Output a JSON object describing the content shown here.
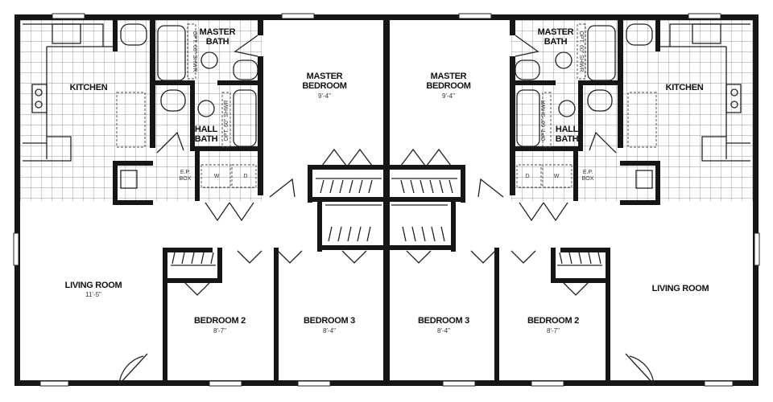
{
  "plan": {
    "left_unit": {
      "kitchen": "KITCHEN",
      "master_bath": [
        "MASTER",
        "BATH"
      ],
      "hall_bath": [
        "HALL",
        "BATH"
      ],
      "opt_shower": "OPT. 60\" SHWR",
      "ep_box": [
        "E.P.",
        "BOX"
      ],
      "washer": "W",
      "dryer": "D",
      "master_bedroom": [
        "MASTER",
        "BEDROOM"
      ],
      "master_bedroom_dim": "9'-4\"",
      "living_room": "LIVING ROOM",
      "living_room_dim": "11'-5\"",
      "bedroom2": "BEDROOM 2",
      "bedroom2_dim": "8'-7\"",
      "bedroom3": "BEDROOM 3",
      "bedroom3_dim": "8'-4\""
    },
    "right_unit": {
      "kitchen": "KITCHEN",
      "master_bath": [
        "MASTER",
        "BATH"
      ],
      "hall_bath": [
        "HALL",
        "BATH"
      ],
      "opt_shower": "OPT. 60\" SHWR",
      "ep_box": [
        "E.P.",
        "BOX"
      ],
      "washer": "W",
      "dryer": "D",
      "master_bedroom": [
        "MASTER",
        "BEDROOM"
      ],
      "master_bedroom_dim": "9'-4\"",
      "living_room": "LIVING ROOM",
      "bedroom2": "BEDROOM 2",
      "bedroom2_dim": "8'-7\"",
      "bedroom3": "BEDROOM 3",
      "bedroom3_dim": "8'-4\""
    }
  }
}
